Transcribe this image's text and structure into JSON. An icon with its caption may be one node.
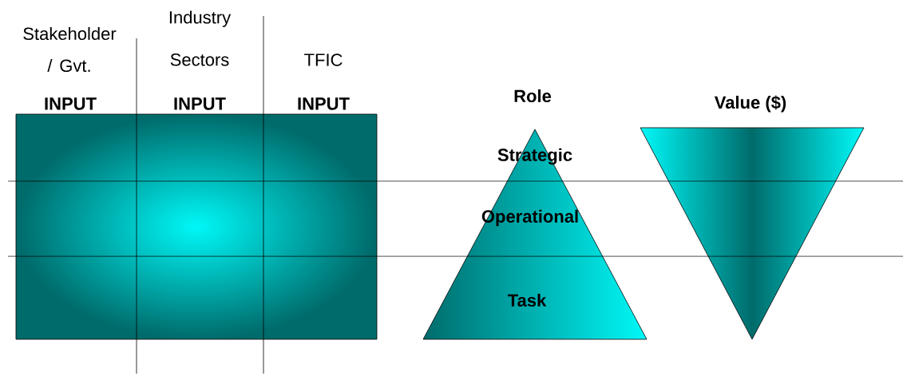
{
  "diagram": {
    "nodes": [
      {
        "text": [],
        "shape": "box"
      },
      {
        "text": [
          "Role",
          "Strategic",
          "Operational",
          "Task"
        ]
      },
      {
        "text": [
          "Value ($)"
        ]
      }
    ],
    "labels": [
      "Stakeholder / Gvt.",
      "Industry Sectors",
      "TFIC",
      "INPUT",
      "INPUT",
      "INPUT"
    ]
  }
}
